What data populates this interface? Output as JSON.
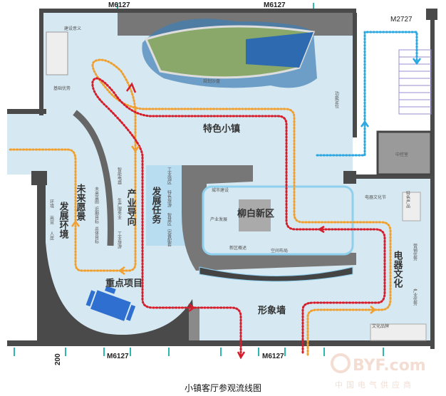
{
  "caption": "小镇客厅参观流线图",
  "doors": {
    "top_left": "M6127",
    "top_mid": "M6127",
    "top_right": "M2727",
    "bottom_left": "M6127",
    "bottom_mid": "M6127",
    "dim": "200"
  },
  "zones": {
    "significance": "建设意义",
    "foundation": "基础优势",
    "sand_table": "规划沙盘",
    "feature_town": "特色小镇",
    "function": "功能定位",
    "control_room": "中控室",
    "future": {
      "title": "未来愿景",
      "items": [
        "未来蓝图",
        "近期目标",
        "总体目标"
      ]
    },
    "industry": {
      "title": "产业导向",
      "items": [
        "智能电器",
        "生产服务业",
        "工业旅游"
      ]
    },
    "tasks": {
      "title": "发展任务",
      "items": [
        "工业强区",
        "特色旅游",
        "智慧区",
        "完善配套"
      ]
    },
    "environment": {
      "title": "发展环境",
      "items": [
        "环境",
        "商贸",
        "人居"
      ]
    },
    "key_projects": "重点项目",
    "district": {
      "title": "柳白新区",
      "items": [
        "城市建设",
        "产业发展",
        "新区概述",
        "空间布局"
      ]
    },
    "image_wall": "形象墙",
    "electric": {
      "title": "电器文化",
      "items": [
        "电器文化节",
        "特色产品",
        "营销优势",
        "产业优势",
        "文化品牌"
      ]
    }
  },
  "colors": {
    "floor": "#d6e8f1",
    "wall": "#4a4a4a",
    "panel": "#b8dcf0",
    "route_red": "#d41e2c",
    "route_orange": "#f0a030",
    "route_blue": "#2aa7e0",
    "project_table": "#2f6fd0"
  },
  "watermark": {
    "logo": "BYF.com",
    "text": "中国电气供应商"
  }
}
